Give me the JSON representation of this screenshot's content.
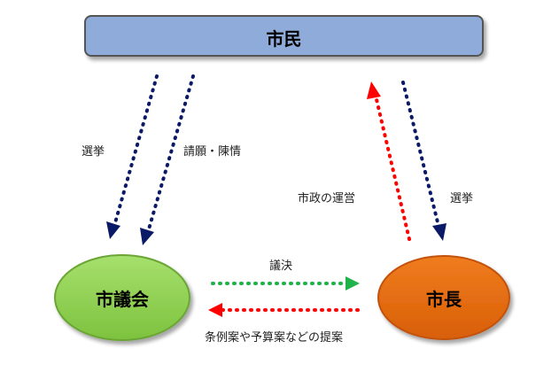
{
  "nodes": {
    "citizens": {
      "label": "市民",
      "color": "#8fabd9",
      "border": "#555555"
    },
    "council": {
      "label": "市議会",
      "color": "#8dd150",
      "border": "#6aa534"
    },
    "mayor": {
      "label": "市長",
      "color": "#e8680b",
      "border": "#c25209"
    }
  },
  "edges": {
    "citizens_to_council_election": {
      "label": "選挙",
      "color": "#0b1a66"
    },
    "citizens_to_council_petition": {
      "label": "請願・陳情",
      "color": "#0b1a66"
    },
    "mayor_to_citizens_administration": {
      "label": "市政の運営",
      "color": "#ff0000"
    },
    "citizens_to_mayor_election": {
      "label": "選挙",
      "color": "#0b1a66"
    },
    "council_to_mayor_resolution": {
      "label": "議決",
      "color": "#1fb34a"
    },
    "mayor_to_council_proposals": {
      "label": "条例案や予算案などの提案",
      "color": "#ff0000"
    }
  }
}
